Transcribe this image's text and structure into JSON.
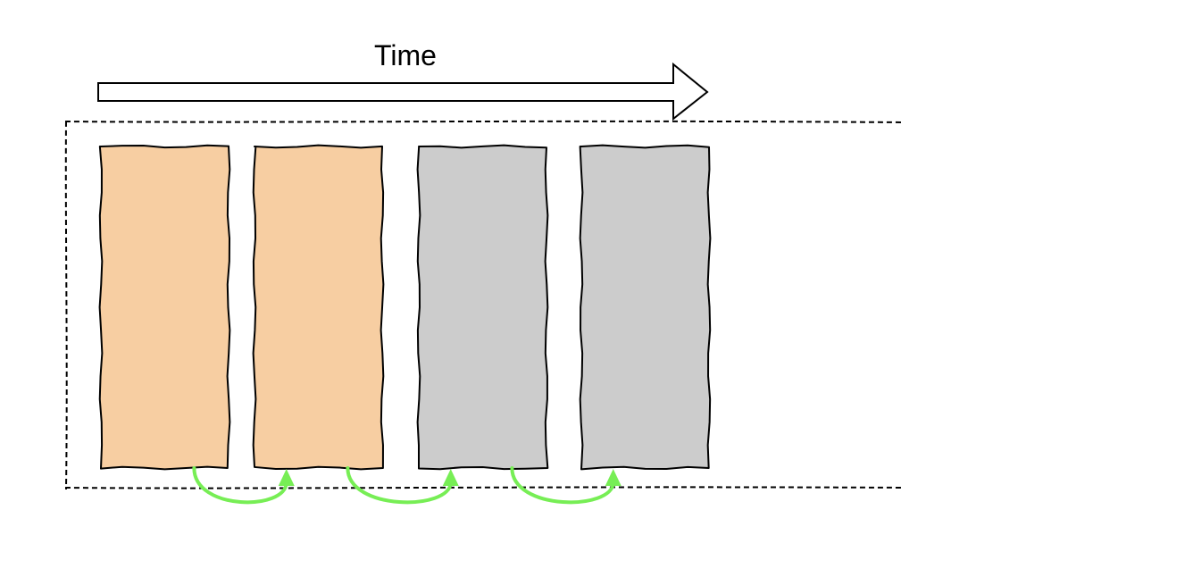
{
  "diagram": {
    "time_label": "Time",
    "colors": {
      "active_block": "#f7cea2",
      "inactive_block": "#cccccc",
      "outline": "#000000",
      "transition_arrow": "#77ee55",
      "background": "#ffffff"
    },
    "blocks": [
      {
        "state": "active"
      },
      {
        "state": "active"
      },
      {
        "state": "inactive"
      },
      {
        "state": "inactive"
      }
    ],
    "transitions": [
      {
        "from": 1,
        "to": 2
      },
      {
        "from": 2,
        "to": 3
      },
      {
        "from": 3,
        "to": 4
      }
    ]
  }
}
